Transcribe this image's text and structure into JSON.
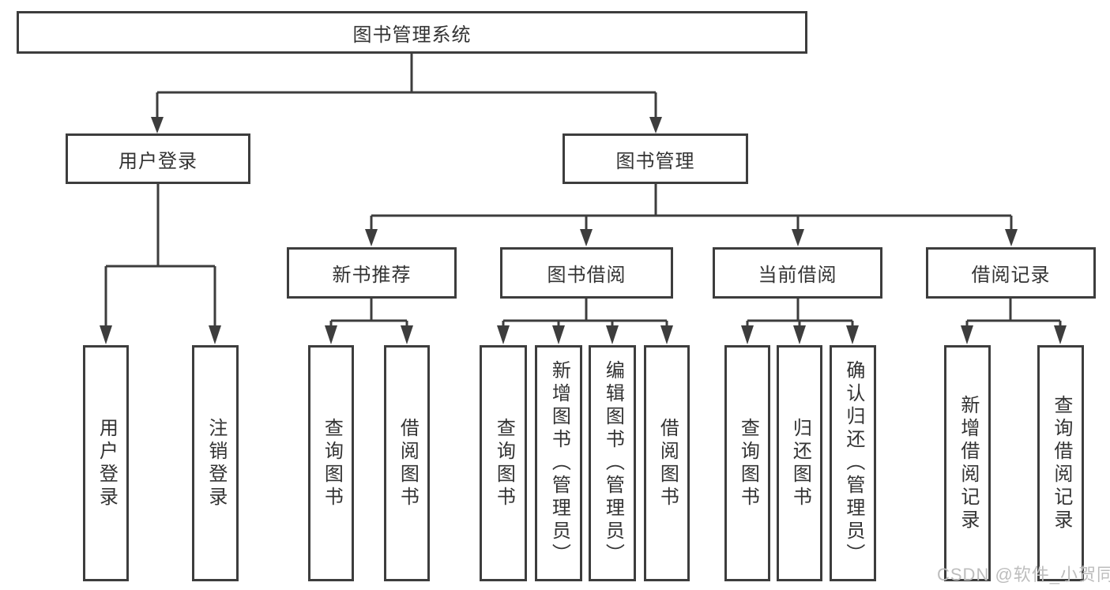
{
  "diagram": {
    "title": "图书管理系统",
    "root": {
      "label": "图书管理系统"
    },
    "level1": [
      {
        "label": "用户登录"
      },
      {
        "label": "图书管理"
      }
    ],
    "level2": [
      {
        "label": "新书推荐"
      },
      {
        "label": "图书借阅"
      },
      {
        "label": "当前借阅"
      },
      {
        "label": "借阅记录"
      }
    ],
    "leaves": {
      "user_login": [
        "用户登录",
        "注销登录"
      ],
      "new_books": [
        "查询图书",
        "借阅图书"
      ],
      "book_borrow": [
        "查询图书",
        "新增图书（管理员）",
        "编辑图书（管理员）",
        "借阅图书"
      ],
      "current_borrow": [
        "查询图书",
        "归还图书",
        "确认归还（管理员）"
      ],
      "borrow_records": [
        "新增借阅记录",
        "查询借阅记录"
      ]
    }
  },
  "watermark": "CSDN @软件_小贺同学",
  "colors": {
    "line": "#3d3d3d",
    "text": "#333333",
    "watermark": "#bdbdbd",
    "background": "#ffffff"
  }
}
